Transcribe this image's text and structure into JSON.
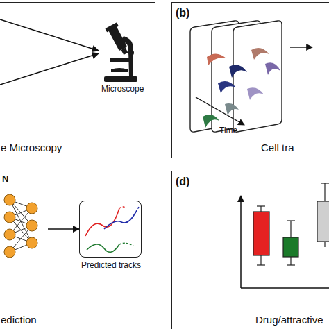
{
  "diagram": {
    "nodes": [
      {
        "text": [
          "e Microscopy"
        ]
      },
      {
        "text": [
          "(b)",
          "Cell tra"
        ]
      },
      {
        "text": [
          "ediction"
        ]
      },
      {
        "text": [
          "N"
        ],
        "in": 2
      },
      {
        "text": [
          "Predicted tracks"
        ],
        "in": 2
      },
      {
        "text": [
          "(d)",
          "Drug/attractive"
        ]
      }
    ],
    "edges": [
      {
        "from": 3,
        "to": 4,
        "arrow": "to"
      }
    ],
    "labels": [
      "Microscope",
      "Time"
    ]
  }
}
